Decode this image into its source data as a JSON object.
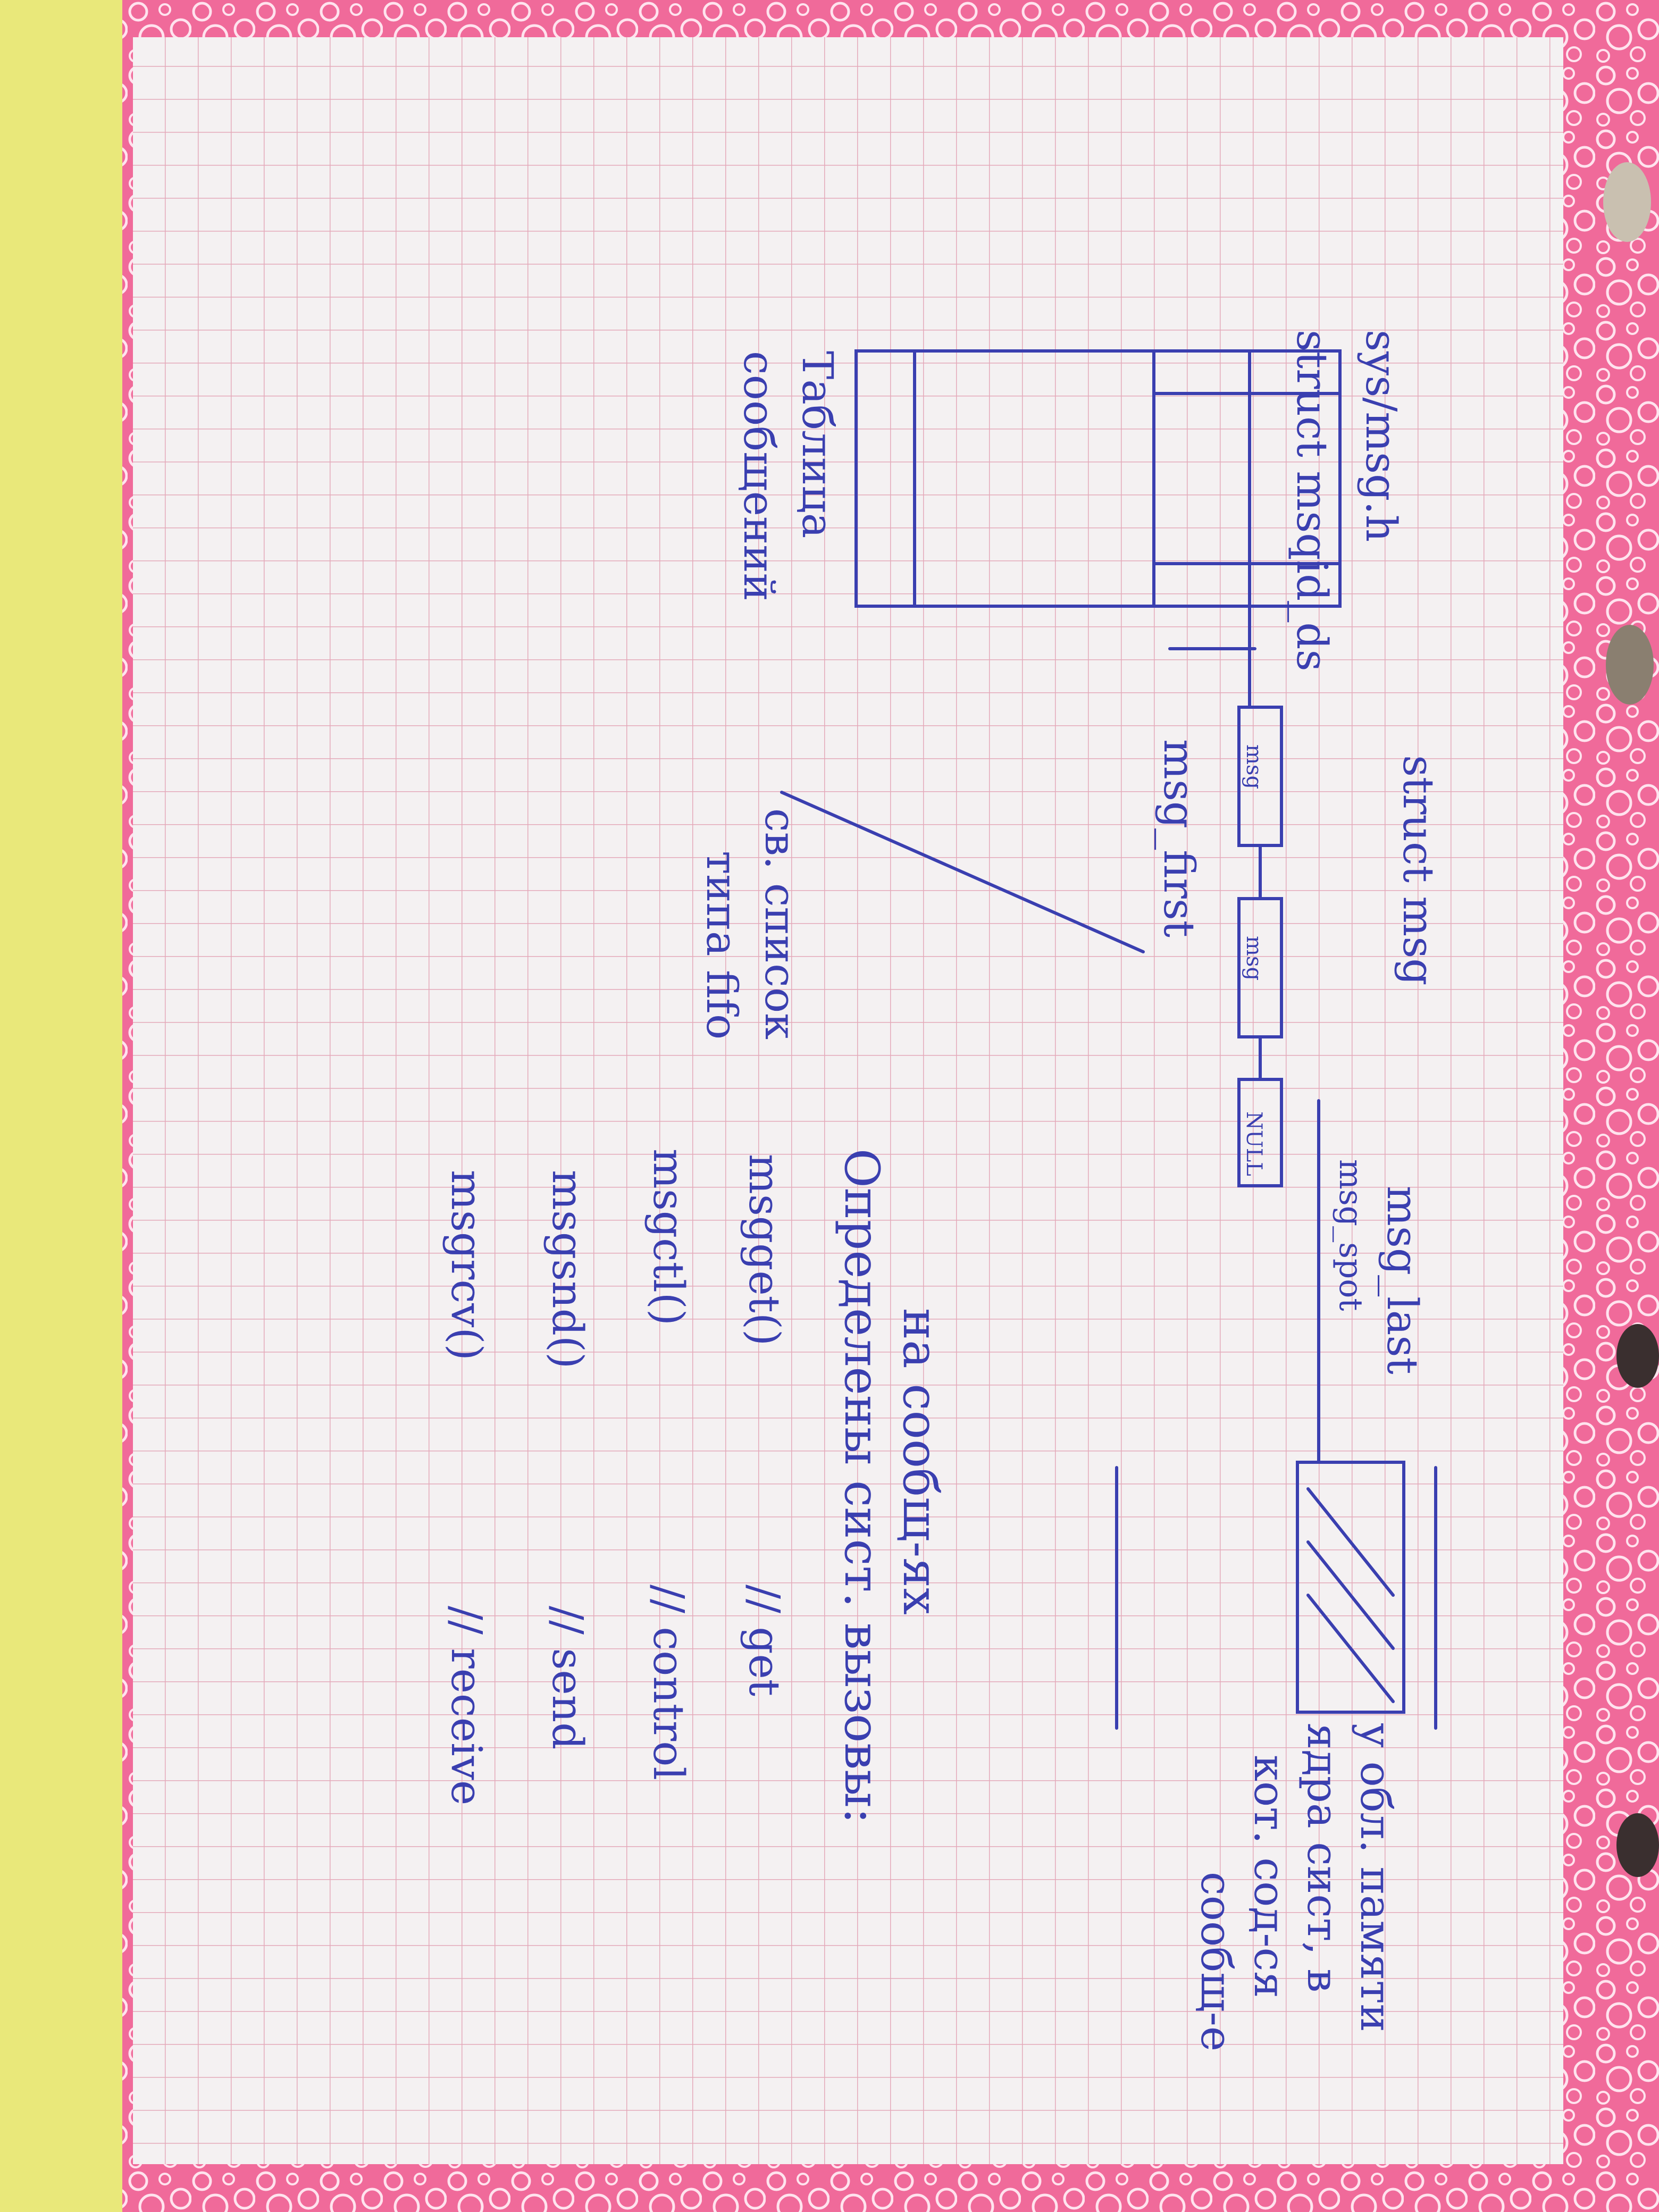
{
  "page": {
    "description_hidden": false,
    "colors": {
      "ink": "#3a3fb0",
      "paper": "#f4f1f2",
      "grid": "#e4a9b9",
      "border_pink": "#f06a9a",
      "yellow_sheet": "#e9e87a",
      "ring": "#c9c0b0"
    }
  },
  "notes": {
    "header_file": "sys/msg.h",
    "struct_ids": "struct msqid_ds",
    "table_label_1": "Таблица",
    "table_label_2": "сообщений",
    "struct_msg": "struct msg",
    "msg_first": "msg_first",
    "msg_last": "msg_last",
    "msg_spot": "msg_spot",
    "list_1": "св. список",
    "list_2": "типа fifo",
    "area_1": "у обл. памяти",
    "area_2": "ядра сист, в",
    "area_3": "кот. сод-ся",
    "area_4": "сообщ-е",
    "defined_1": "Определены сист. вызовы:",
    "defined_2": "на сообщ-ях",
    "calls": [
      {
        "name": "msgget()",
        "comment": "// get"
      },
      {
        "name": "msgctl()",
        "comment": "// control"
      },
      {
        "name": "msgsnd()",
        "comment": "// send"
      },
      {
        "name": "msgrcv()",
        "comment": "// receive"
      }
    ],
    "box_label": "msg",
    "box_label_last": "NULL"
  }
}
